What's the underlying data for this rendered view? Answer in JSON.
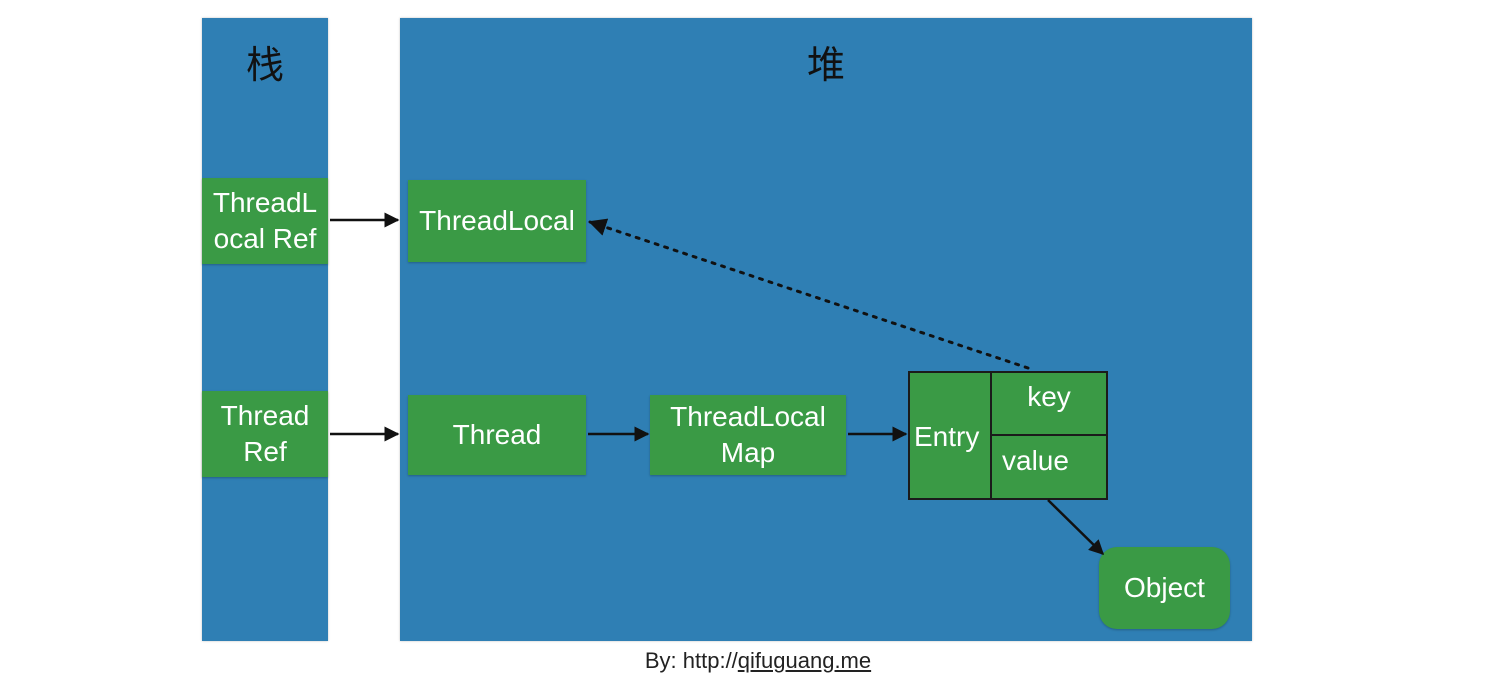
{
  "stack": {
    "title": "栈"
  },
  "heap": {
    "title": "堆"
  },
  "nodes": {
    "threadlocal_ref": "ThreadL\nocal Ref",
    "thread_ref": "Thread\nRef",
    "threadlocal": "ThreadLocal",
    "thread": "Thread",
    "threadlocal_map": "ThreadLocal\nMap",
    "object": "Object"
  },
  "entry": {
    "label": "Entry",
    "key": "key",
    "value": "value"
  },
  "colors": {
    "panel": "#2f7fb4",
    "node": "#3a9a45",
    "arrow": "#111111"
  },
  "caption": {
    "prefix": "By: http://",
    "link": "qifuguang.me"
  }
}
